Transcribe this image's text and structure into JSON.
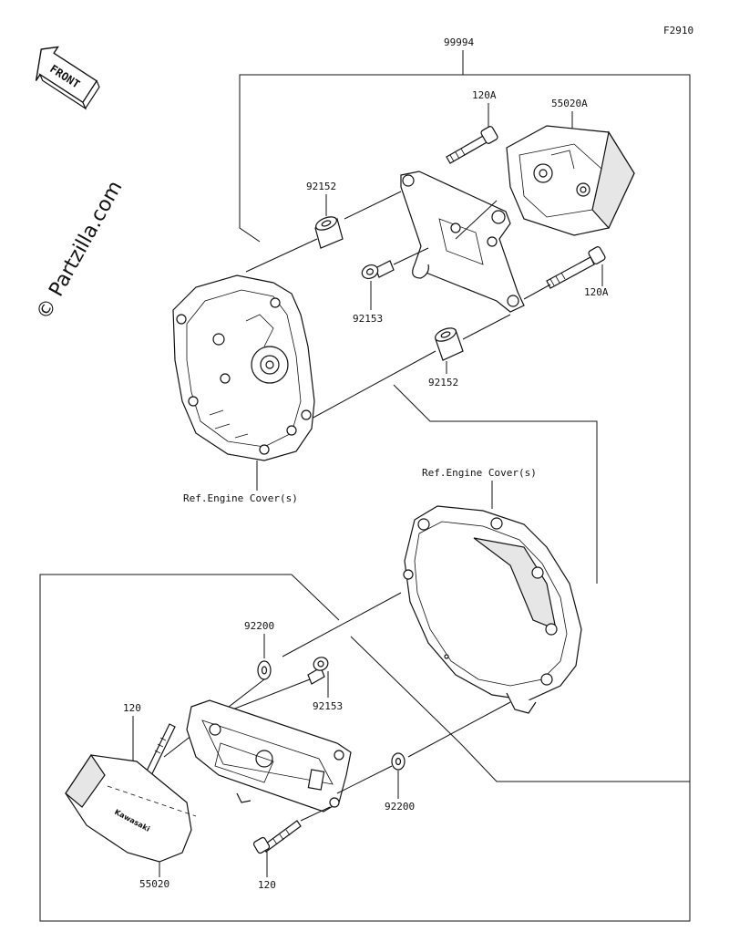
{
  "figure_code": "F2910",
  "front_label": "FRONT",
  "watermark": "© Partzilla.com",
  "parts": {
    "assembly": "99994",
    "bolt_upper_a": "120A",
    "bolt_upper_b": "120A",
    "cover_upper": "55020A",
    "spacer_upper": "92152",
    "spacer_lower": "92152",
    "screw_upper": "92153",
    "ref_engine_cover_left": "Ref.Engine Cover(s)",
    "ref_engine_cover_right": "Ref.Engine Cover(s)",
    "washer_upper": "92200",
    "screw_lower": "92153",
    "bolt_lower_a": "120",
    "bolt_lower_b": "120",
    "washer_lower": "92200",
    "cover_lower": "55020"
  },
  "badge_text": "Kawasaki"
}
